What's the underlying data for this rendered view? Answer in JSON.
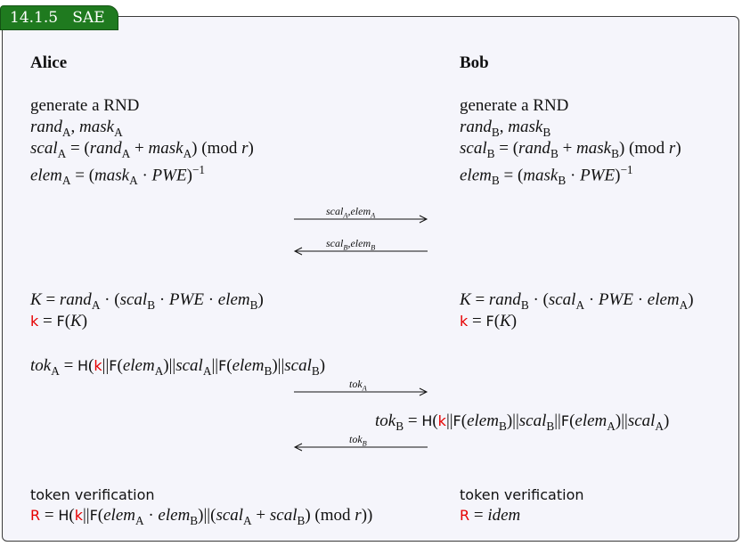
{
  "section_tag": "14.1.5   SAE",
  "alice": {
    "title": "Alice",
    "gen": "generate a RND",
    "rand_mask": "rand_A, mask_A",
    "scal": "scal_A = (rand_A + mask_A) (mod r)",
    "elem": "elem_A = (mask_A · PWE)^−1",
    "K": "K = rand_A · (scal_B · PWE · elem_B)",
    "k": "k = F(K)",
    "tok": "tok_A = H(k||F(elem_A)||scal_A||F(elem_B)||scal_B)",
    "verify_title": "token verification",
    "R": "R = H(k||F(elem_A · elem_B)||(scal_A + scal_B) (mod r))"
  },
  "bob": {
    "title": "Bob",
    "gen": "generate a RND",
    "rand_mask": "rand_B, mask_B",
    "scal": "scal_B = (rand_B + mask_B) (mod r)",
    "elem": "elem_B = (mask_B · PWE)^−1",
    "K": "K = rand_B · (scal_A · PWE · elem_A)",
    "k": "k = F(K)",
    "tok": "tok_B = H(k||F(elem_B)||scal_B||F(elem_A)||scal_A)",
    "verify_title": "token verification",
    "R": "R = idem"
  },
  "arrows": [
    {
      "label": "scal_A,elem_A",
      "direction": "right"
    },
    {
      "label": "scal_B,elem_B",
      "direction": "left"
    },
    {
      "label": "tok_A",
      "direction": "right"
    },
    {
      "label": "tok_B",
      "direction": "left"
    }
  ],
  "colors": {
    "tag_bg": "#1f7a1f",
    "highlight": "#e60000",
    "panel_bg": "#f5f5fb"
  }
}
